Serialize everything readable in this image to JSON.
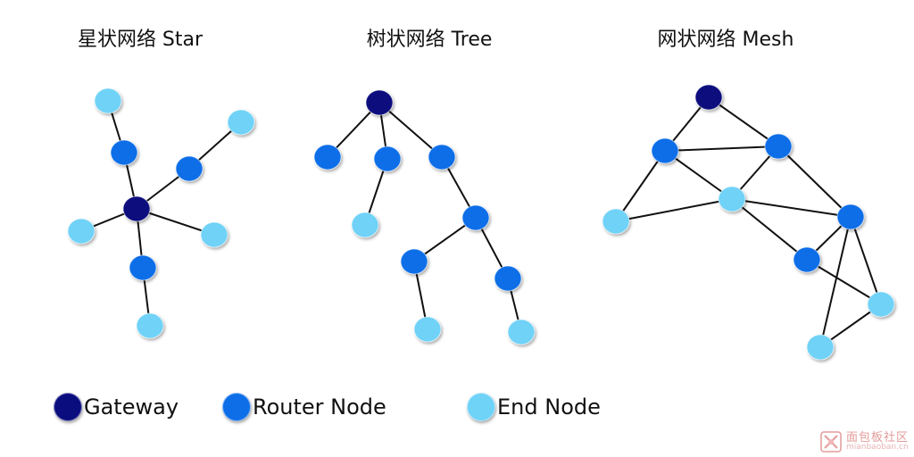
{
  "titles": {
    "star": "星状网络 Star",
    "tree": "树状网络 Tree",
    "mesh": "网状网络 Mesh"
  },
  "colors": {
    "gateway": "#0a0d7e",
    "router": "#0d6ee8",
    "end": "#6fd2f7",
    "edge": "#111111"
  },
  "legend": {
    "gateway": "Gateway",
    "router": "Router Node",
    "end": "End Node"
  },
  "topologies": {
    "star": {
      "nodes": [
        {
          "id": "g",
          "type": "gateway"
        },
        {
          "id": "r1",
          "type": "router"
        },
        {
          "id": "e1",
          "type": "end"
        },
        {
          "id": "r2",
          "type": "router"
        },
        {
          "id": "e2",
          "type": "end"
        },
        {
          "id": "e3",
          "type": "end"
        },
        {
          "id": "e4",
          "type": "end"
        },
        {
          "id": "r3",
          "type": "router"
        },
        {
          "id": "e5",
          "type": "end"
        }
      ],
      "edges": [
        [
          "g",
          "r1"
        ],
        [
          "r1",
          "e1"
        ],
        [
          "g",
          "r2"
        ],
        [
          "r2",
          "e2"
        ],
        [
          "g",
          "e3"
        ],
        [
          "g",
          "e4"
        ],
        [
          "g",
          "r3"
        ],
        [
          "r3",
          "e5"
        ]
      ]
    },
    "tree": {
      "nodes": [
        {
          "id": "g",
          "type": "gateway"
        },
        {
          "id": "r1",
          "type": "router"
        },
        {
          "id": "r2",
          "type": "router"
        },
        {
          "id": "r3",
          "type": "router"
        },
        {
          "id": "e1",
          "type": "end"
        },
        {
          "id": "r4",
          "type": "router"
        },
        {
          "id": "r5",
          "type": "router"
        },
        {
          "id": "r6",
          "type": "router"
        },
        {
          "id": "e2",
          "type": "end"
        },
        {
          "id": "e3",
          "type": "end"
        }
      ],
      "edges": [
        [
          "g",
          "r1"
        ],
        [
          "g",
          "r2"
        ],
        [
          "g",
          "r3"
        ],
        [
          "r2",
          "e1"
        ],
        [
          "r3",
          "r4"
        ],
        [
          "r4",
          "r5"
        ],
        [
          "r4",
          "r6"
        ],
        [
          "r5",
          "e2"
        ],
        [
          "r6",
          "e3"
        ]
      ]
    },
    "mesh": {
      "nodes": [
        {
          "id": "g",
          "type": "gateway"
        },
        {
          "id": "r1",
          "type": "router"
        },
        {
          "id": "r2",
          "type": "router"
        },
        {
          "id": "e1",
          "type": "end"
        },
        {
          "id": "e2",
          "type": "end"
        },
        {
          "id": "r3",
          "type": "router"
        },
        {
          "id": "r4",
          "type": "router"
        },
        {
          "id": "e3",
          "type": "end"
        },
        {
          "id": "e4",
          "type": "end"
        }
      ],
      "edges": [
        [
          "g",
          "r1"
        ],
        [
          "g",
          "r2"
        ],
        [
          "r1",
          "r2"
        ],
        [
          "r1",
          "e2"
        ],
        [
          "r1",
          "e1"
        ],
        [
          "r2",
          "e2"
        ],
        [
          "r2",
          "r3"
        ],
        [
          "e1",
          "e2"
        ],
        [
          "e2",
          "r3"
        ],
        [
          "e2",
          "r4"
        ],
        [
          "r3",
          "r4"
        ],
        [
          "r3",
          "e4"
        ],
        [
          "r3",
          "e3"
        ],
        [
          "r4",
          "e4"
        ],
        [
          "e3",
          "e4"
        ]
      ]
    }
  },
  "watermark": {
    "main": "面包板社区",
    "sub": "mianbaoban.cn"
  }
}
